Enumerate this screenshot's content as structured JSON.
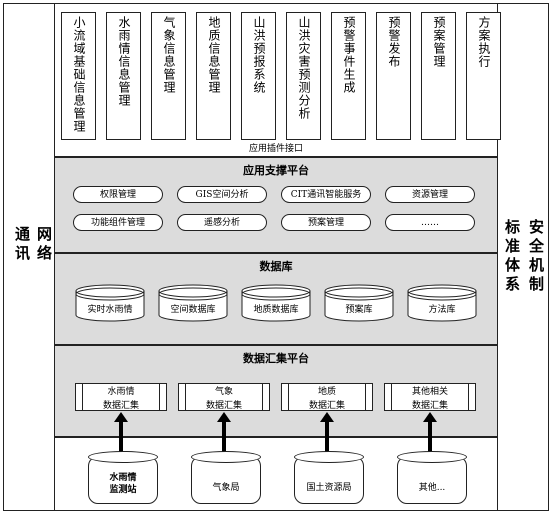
{
  "left_side": [
    "通讯",
    "网络"
  ],
  "right_side": [
    "标准体系",
    "安全机制"
  ],
  "apps": [
    "小流域基础信息管理",
    "水雨情信息管理",
    "气象信息管理",
    "地质信息管理",
    "山洪预报系统",
    "山洪灾害预测分析",
    "预警事件生成",
    "预警发布",
    "预案管理",
    "方案执行"
  ],
  "plugin_interface": "应用插件接口",
  "support_platform": {
    "title": "应用支撑平台",
    "items": [
      "权限管理",
      "GIS空间分析",
      "CIT通讯智能服务",
      "资源管理",
      "功能组件管理",
      "遥感分析",
      "预案管理",
      "……"
    ]
  },
  "database": {
    "title": "数据库",
    "items": [
      "实时水雨情",
      "空间数据库",
      "地质数据库",
      "预案库",
      "方法库"
    ]
  },
  "collection_platform": {
    "title": "数据汇集平台",
    "items": [
      [
        "水雨情",
        "数据汇集"
      ],
      [
        "气象",
        "数据汇集"
      ],
      [
        "地质",
        "数据汇集"
      ],
      [
        "其他相关",
        "数据汇集"
      ]
    ]
  },
  "sources": [
    [
      "水雨情",
      "监测站"
    ],
    [
      "气象局"
    ],
    [
      "国土资源局"
    ],
    [
      "其他..."
    ]
  ]
}
